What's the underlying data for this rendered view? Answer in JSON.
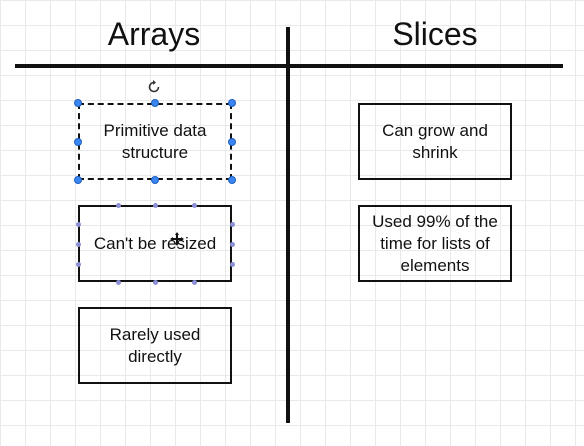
{
  "headings": {
    "left": "Arrays",
    "right": "Slices"
  },
  "arrays": {
    "items": [
      "Primitive data structure",
      "Can't be resized",
      "Rarely used directly"
    ]
  },
  "slices": {
    "items": [
      "Can grow and shrink",
      "Used 99% of the time for lists of elements"
    ]
  },
  "colors": {
    "selection_handle": "#3a86f0",
    "hover_handle": "#8a8fd6",
    "grid": "#e9e9e9"
  }
}
